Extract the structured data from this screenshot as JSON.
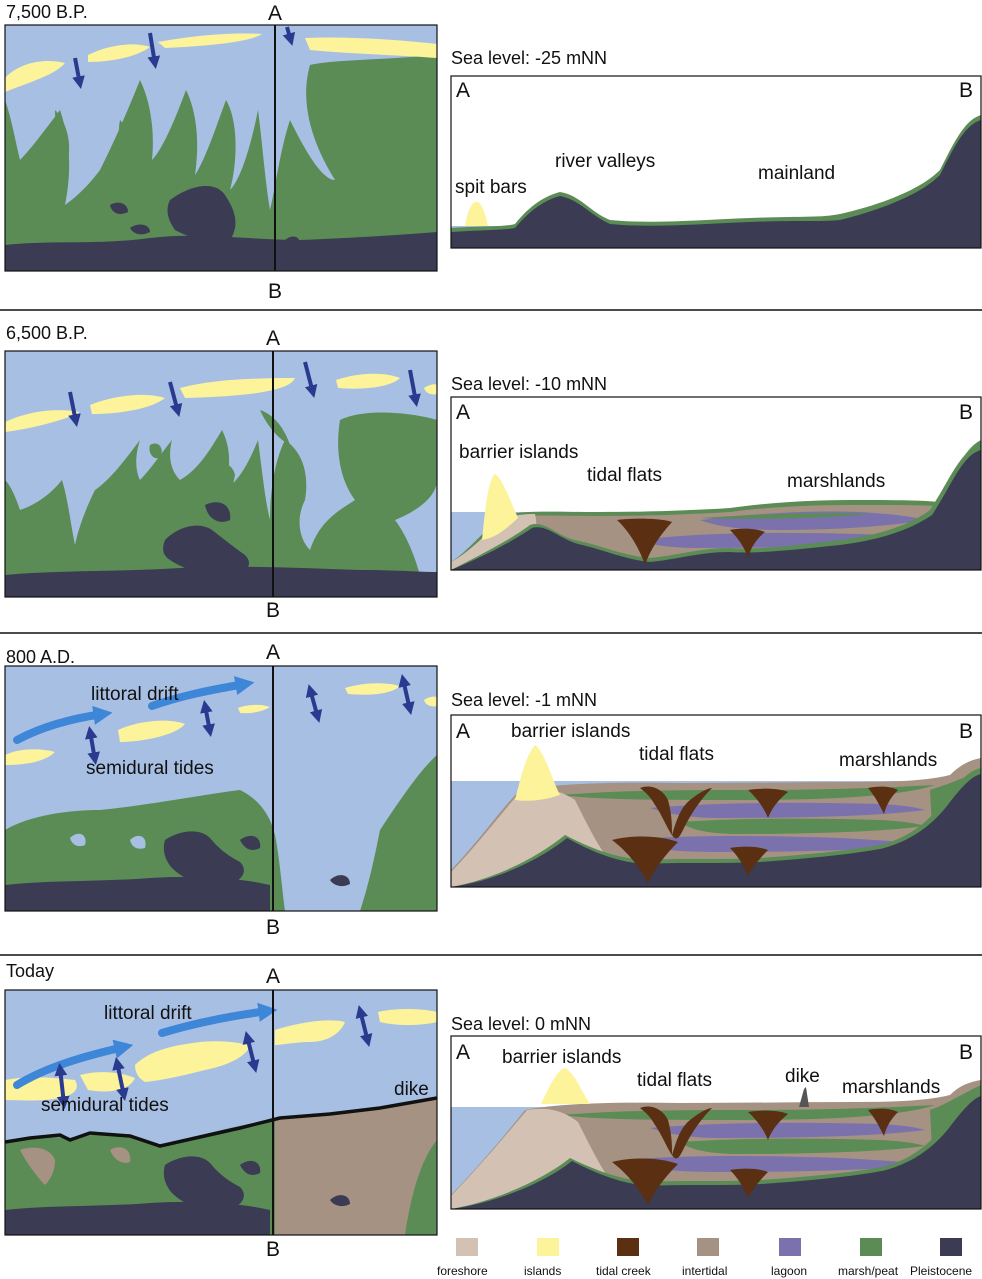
{
  "panels": [
    {
      "era": "7,500 B.P.",
      "sea_level": "Sea level: -25 mNN",
      "profile_labels": [
        "spit bars",
        "river valleys",
        "mainland"
      ]
    },
    {
      "era": "6,500 B.P.",
      "sea_level": "Sea level: -10 mNN",
      "profile_labels": [
        "barrier islands",
        "tidal flats",
        "marshlands"
      ]
    },
    {
      "era": "800 A.D.",
      "sea_level": "Sea level: -1 mNN",
      "profile_labels": [
        "barrier islands",
        "tidal flats",
        "marshlands"
      ],
      "map_labels": [
        "littoral drift",
        "semidural tides"
      ]
    },
    {
      "era": "Today",
      "sea_level": "Sea level: 0 mNN",
      "profile_labels": [
        "barrier islands",
        "tidal flats",
        "dike",
        "marshlands"
      ],
      "map_labels": [
        "littoral drift",
        "semidural tides",
        "dike"
      ]
    }
  ],
  "markers": {
    "a": "A",
    "b": "B"
  },
  "legend": [
    {
      "label": "foreshore",
      "color": "#d3c2b4"
    },
    {
      "label": "islands",
      "color": "#fcf39a"
    },
    {
      "label": "tidal creek",
      "color": "#5a2f12"
    },
    {
      "label": "intertidal",
      "color": "#a69282"
    },
    {
      "label": "lagoon",
      "color": "#7b72ad"
    },
    {
      "label": "marsh/peat",
      "color": "#5b8c55"
    },
    {
      "label": "Pleistocene",
      "color": "#3b3b53"
    }
  ],
  "colors": {
    "water": "#a8bfe4",
    "pleistocene": "#3b3b53",
    "marsh": "#5b8c55",
    "islands": "#fcf39a",
    "intertidal": "#a69282",
    "foreshore": "#d3c2b4",
    "lagoon": "#7b72ad",
    "creek": "#5a2f12",
    "arrow_dark": "#2a3a8f",
    "arrow_light": "#3d86d8"
  }
}
